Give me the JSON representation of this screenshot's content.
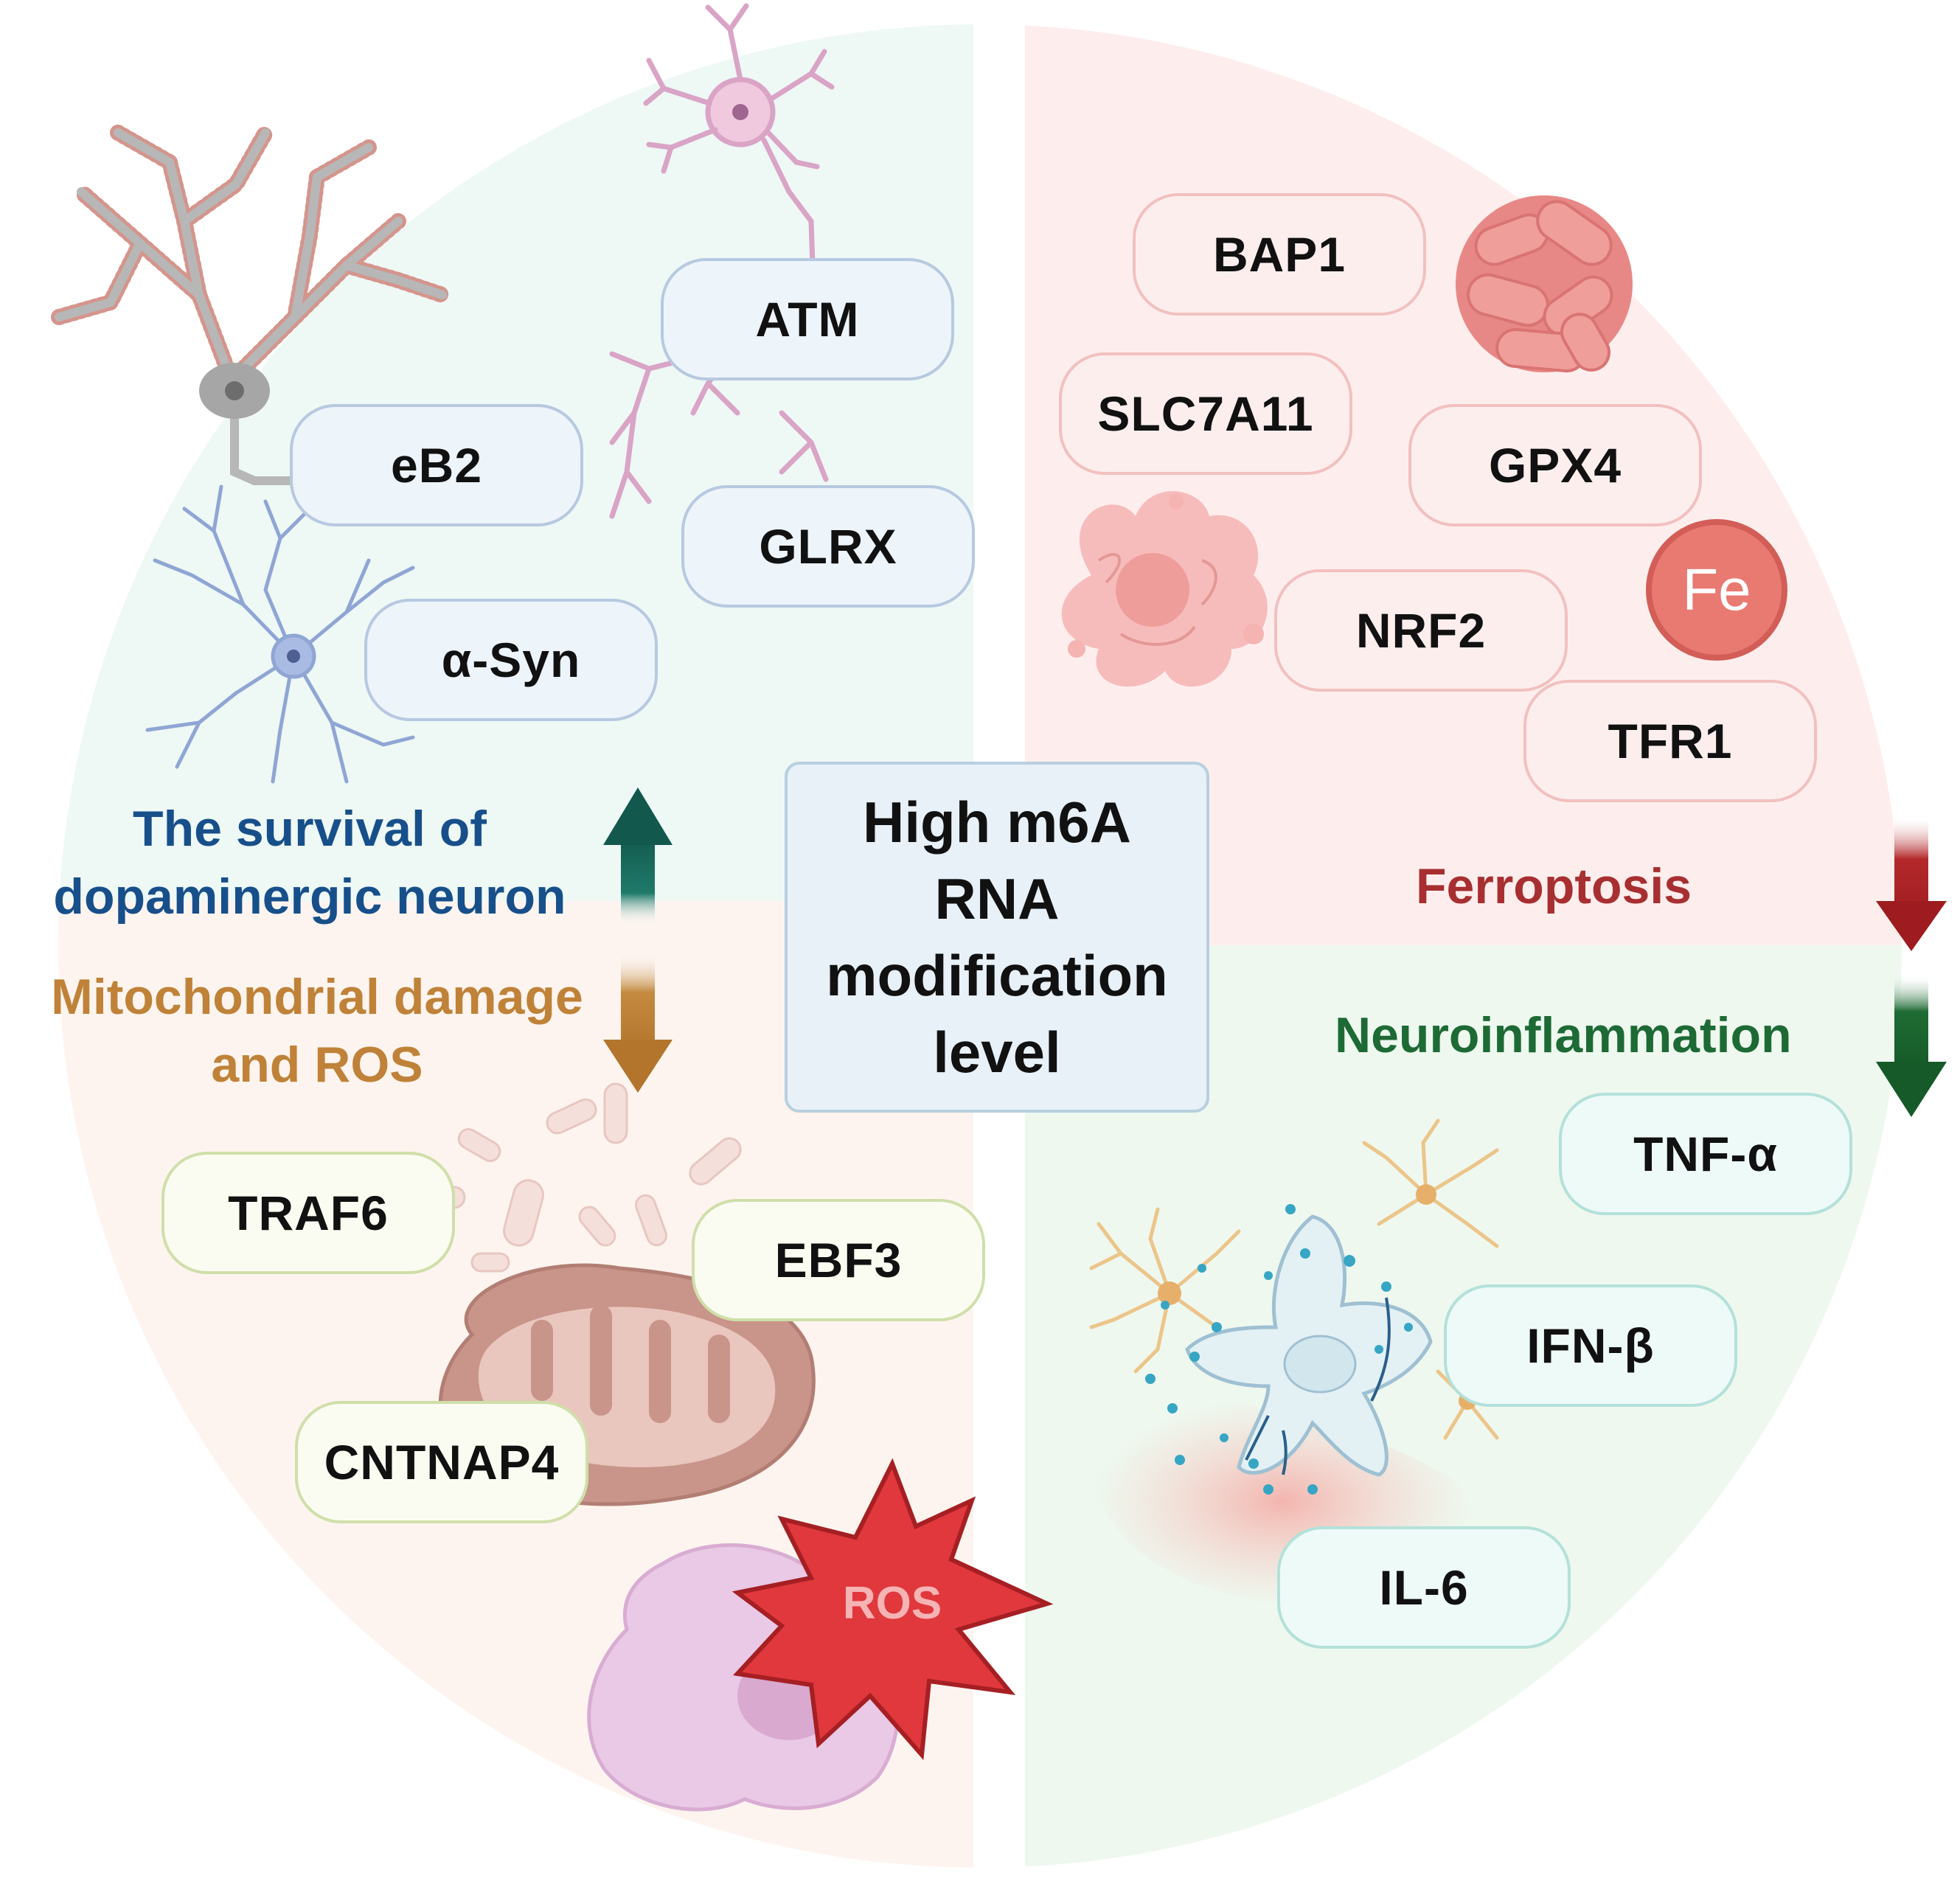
{
  "center": {
    "lines": [
      "High m6A",
      "RNA",
      "modification",
      "level"
    ]
  },
  "quadrants": {
    "survival": {
      "label_lines": [
        "The survival of",
        "dopaminergic neuron"
      ],
      "color": "#174f8a",
      "bg": "#eef8f5",
      "genes": [
        "ATM",
        "eB2",
        "GLRX",
        "α-Syn"
      ],
      "arrow": "up"
    },
    "ferroptosis": {
      "label": "Ferroptosis",
      "color": "#a82f31",
      "bg": "#fdeeed",
      "genes": [
        "BAP1",
        "SLC7A11",
        "GPX4",
        "NRF2",
        "TFR1"
      ],
      "iron_label": "Fe",
      "arrow": "down"
    },
    "mitochondrial": {
      "label_lines": [
        "Mitochondrial damage",
        "and ROS"
      ],
      "color": "#bf8238",
      "bg": "#fdf4ef",
      "genes": [
        "TRAF6",
        "EBF3",
        "CNTNAP4"
      ],
      "ros_label": "ROS",
      "arrow": "down"
    },
    "neuroinflammation": {
      "label": "Neuroinflammation",
      "color": "#1d6a35",
      "bg": "#eef8ef",
      "genes": [
        "TNF-α",
        "IFN-β",
        "IL-6"
      ],
      "arrow": "down"
    }
  }
}
